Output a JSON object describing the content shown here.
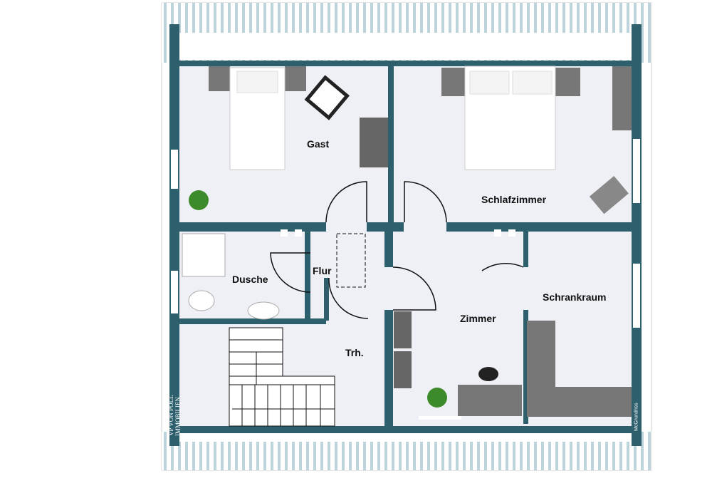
{
  "rooms": {
    "gast": "Gast",
    "schlafzimmer": "Schlafzimmer",
    "dusche": "Dusche",
    "flur": "Flur",
    "schrankraum": "Schrankraum",
    "zimmer": "Zimmer",
    "treppenhaus": "Trh."
  },
  "branding": {
    "logo": "VP VON POLL IMMOBILIEN",
    "credit": "McGrundriss"
  },
  "colors": {
    "wall": "#2d5f6d",
    "floor": "#eef0f5",
    "roof_stripe": "#cfe0e6"
  }
}
